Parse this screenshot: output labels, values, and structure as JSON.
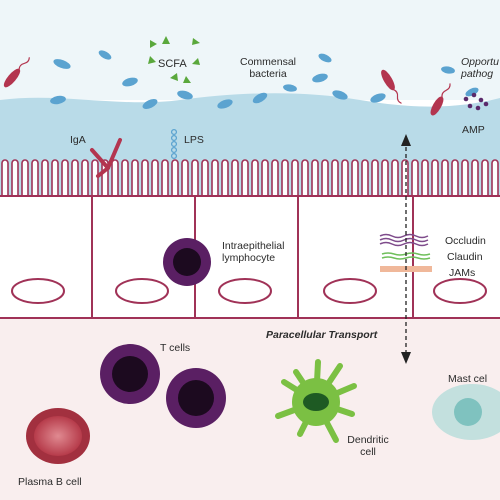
{
  "labels": {
    "scfa": "SCFA",
    "commensal_bacteria_line1": "Commensal",
    "commensal_bacteria_line2": "bacteria",
    "opportunistic_line1": "Opportu",
    "opportunistic_line2": "pathog",
    "amp": "AMP",
    "iga": "IgA",
    "lps": "LPS",
    "intraepithelial_line1": "Intraepithelial",
    "intraepithelial_line2": "lymphocyte",
    "occludin": "Occludin",
    "claudin": "Claudin",
    "jams": "JAMs",
    "paracellular_transport": "Paracellular Transport",
    "t_cells": "T cells",
    "dendritic_line1": "Dendritic",
    "dendritic_line2": "cell",
    "mast_cell": "Mast cel",
    "plasma_b_cell": "Plasma B cell"
  },
  "colors": {
    "lumen_light": "#e9f3f7",
    "mucus": "#b5d9e6",
    "epithelium_outline": "#a03257",
    "lamina_propria": "#f9eeee",
    "bacteria": "#5ba3d0",
    "scfa": "#5aa83c",
    "amp": "#5b2a6b",
    "iga": "#b3354f",
    "t_cell": "#5a1f63",
    "dendritic": "#7bc043",
    "mast_cell": "#b4d8d6",
    "plasma": "#b63b4a",
    "occludin": "#7e4b8b",
    "claudin": "#6fbf5b",
    "jams": "#f0b89a"
  }
}
